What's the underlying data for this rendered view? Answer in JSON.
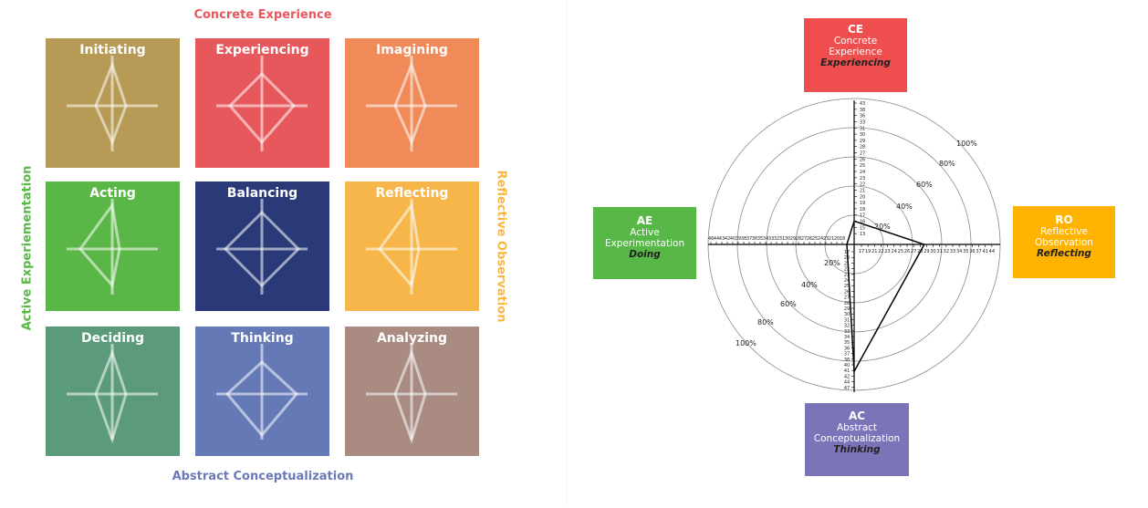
{
  "grid": {
    "axis_titles": {
      "top": "Concrete Experience",
      "bottom": "Abstract Conceptualization",
      "left": "Active Experiementation",
      "right": "Reflective Observation"
    },
    "axis_colors": {
      "top": "#e8575d",
      "bottom": "#6b79b8",
      "left": "#58b847",
      "right": "#f7b745"
    },
    "tiles": [
      {
        "label": "Initiating",
        "color": "#b69a55"
      },
      {
        "label": "Experiencing",
        "color": "#e7585d"
      },
      {
        "label": "Imagining",
        "color": "#f08a59"
      },
      {
        "label": "Acting",
        "color": "#5bb648"
      },
      {
        "label": "Balancing",
        "color": "#2a3a78"
      },
      {
        "label": "Reflecting",
        "color": "#f6b64a"
      },
      {
        "label": "Deciding",
        "color": "#5b9a7a"
      },
      {
        "label": "Thinking",
        "color": "#6479b6"
      },
      {
        "label": "Analyzing",
        "color": "#a98b81"
      }
    ]
  },
  "radar": {
    "boxes": {
      "ce": {
        "icon": "CE",
        "name1": "Concrete",
        "name2": "Experience",
        "mode": "Experiencing",
        "color": "#ef4e4e"
      },
      "ae": {
        "icon": "AE",
        "name1": "Active",
        "name2": "Experimentation",
        "mode": "Doing",
        "color": "#58b847"
      },
      "ro": {
        "icon": "RO",
        "name1": "Reflective",
        "name2": "Observation",
        "mode": "Reflecting",
        "color": "#ffb300"
      },
      "ac": {
        "icon": "AC",
        "name1": "Abstract",
        "name2": "Conceptualization",
        "mode": "Thinking",
        "color": "#7c74b9"
      }
    },
    "percent_upper_right": [
      "20%",
      "40%",
      "60%",
      "80%",
      "100%"
    ],
    "percent_lower_left": [
      "20%",
      "40%",
      "60%",
      "80%",
      "100%"
    ],
    "ticks_ce": [
      "43",
      "38",
      "36",
      "33",
      "31",
      "30",
      "29",
      "28",
      "27",
      "26",
      "25",
      "24",
      "23",
      "22",
      "21",
      "20",
      "19",
      "18",
      "17",
      "16",
      "15",
      "13"
    ],
    "ticks_ae": [
      "46",
      "44",
      "43",
      "42",
      "40",
      "39",
      "38",
      "37",
      "36",
      "35",
      "34",
      "33",
      "32",
      "31",
      "30",
      "29",
      "28",
      "27",
      "26",
      "25",
      "24",
      "23",
      "21",
      "20",
      "18"
    ],
    "ticks_ro": [
      "17",
      "19",
      "21",
      "22",
      "23",
      "24",
      "25",
      "26",
      "27",
      "28",
      "29",
      "30",
      "31",
      "32",
      "33",
      "34",
      "35",
      "36",
      "37",
      "41",
      "44"
    ],
    "ticks_ac": [
      "17",
      "20",
      "21",
      "22",
      "23",
      "24",
      "25",
      "26",
      "27",
      "28",
      "29",
      "30",
      "31",
      "32",
      "33",
      "34",
      "35",
      "36",
      "37",
      "38",
      "40",
      "41",
      "42",
      "44",
      "47"
    ],
    "profile_percent": {
      "ce": 16,
      "ro": 48,
      "ac": 87,
      "ae": 5
    }
  }
}
